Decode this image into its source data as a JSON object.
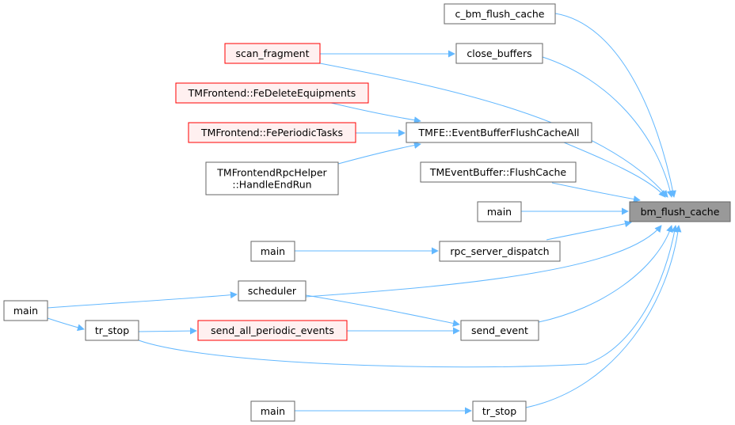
{
  "target": "bm_flush_cache",
  "nodes": [
    {
      "id": "n_target",
      "lines": [
        "bm_flush_cache"
      ],
      "style": "target"
    },
    {
      "id": "n_c_bm",
      "lines": [
        "c_bm_flush_cache"
      ],
      "style": "normal"
    },
    {
      "id": "n_close",
      "lines": [
        "close_buffers"
      ],
      "style": "normal"
    },
    {
      "id": "n_scan",
      "lines": [
        "scan_fragment"
      ],
      "style": "red"
    },
    {
      "id": "n_fedel",
      "lines": [
        "TMFrontend::FeDeleteEquipments"
      ],
      "style": "red"
    },
    {
      "id": "n_fetask",
      "lines": [
        "TMFrontend::FePeriodicTasks"
      ],
      "style": "red"
    },
    {
      "id": "n_tmfe",
      "lines": [
        "TMFE::EventBufferFlushCacheAll"
      ],
      "style": "normal"
    },
    {
      "id": "n_rpchelp",
      "lines": [
        "TMFrontendRpcHelper",
        "::HandleEndRun"
      ],
      "style": "normal"
    },
    {
      "id": "n_tmevb",
      "lines": [
        "TMEventBuffer::FlushCache"
      ],
      "style": "normal"
    },
    {
      "id": "n_main_a",
      "lines": [
        "main"
      ],
      "style": "normal"
    },
    {
      "id": "n_main_b",
      "lines": [
        "main"
      ],
      "style": "normal"
    },
    {
      "id": "n_rpcsrv",
      "lines": [
        "rpc_server_dispatch"
      ],
      "style": "normal"
    },
    {
      "id": "n_sched",
      "lines": [
        "scheduler"
      ],
      "style": "normal"
    },
    {
      "id": "n_main_c",
      "lines": [
        "main"
      ],
      "style": "normal"
    },
    {
      "id": "n_trstop_a",
      "lines": [
        "tr_stop"
      ],
      "style": "normal"
    },
    {
      "id": "n_sendall",
      "lines": [
        "send_all_periodic_events"
      ],
      "style": "red"
    },
    {
      "id": "n_sendev",
      "lines": [
        "send_event"
      ],
      "style": "normal"
    },
    {
      "id": "n_main_d",
      "lines": [
        "main"
      ],
      "style": "normal"
    },
    {
      "id": "n_trstop_b",
      "lines": [
        "tr_stop"
      ],
      "style": "normal"
    }
  ],
  "edges": [
    {
      "from": "n_c_bm",
      "to": "n_target"
    },
    {
      "from": "n_close",
      "to": "n_target"
    },
    {
      "from": "n_scan",
      "to": "n_target"
    },
    {
      "from": "n_tmfe",
      "to": "n_target"
    },
    {
      "from": "n_tmevb",
      "to": "n_target"
    },
    {
      "from": "n_main_a",
      "to": "n_target"
    },
    {
      "from": "n_rpcsrv",
      "to": "n_target"
    },
    {
      "from": "n_sched",
      "to": "n_target"
    },
    {
      "from": "n_sendev",
      "to": "n_target"
    },
    {
      "from": "n_trstop_a",
      "to": "n_target"
    },
    {
      "from": "n_trstop_b",
      "to": "n_target"
    },
    {
      "from": "n_scan",
      "to": "n_close"
    },
    {
      "from": "n_fedel",
      "to": "n_tmfe"
    },
    {
      "from": "n_fetask",
      "to": "n_tmfe"
    },
    {
      "from": "n_rpchelp",
      "to": "n_tmfe"
    },
    {
      "from": "n_main_b",
      "to": "n_rpcsrv"
    },
    {
      "from": "n_main_c",
      "to": "n_sched"
    },
    {
      "from": "n_main_c",
      "to": "n_trstop_a"
    },
    {
      "from": "n_sched",
      "to": "n_sendev"
    },
    {
      "from": "n_sendall",
      "to": "n_sendev"
    },
    {
      "from": "n_trstop_a",
      "to": "n_sendall"
    },
    {
      "from": "n_main_d",
      "to": "n_trstop_b"
    }
  ],
  "colors": {
    "edge": "#63b8ff",
    "normal_fill": "#ffffff",
    "normal_stroke": "#666666",
    "red_fill": "#fff0f0",
    "red_stroke": "#ff0000",
    "target_fill": "#999999",
    "target_stroke": "#666666"
  }
}
